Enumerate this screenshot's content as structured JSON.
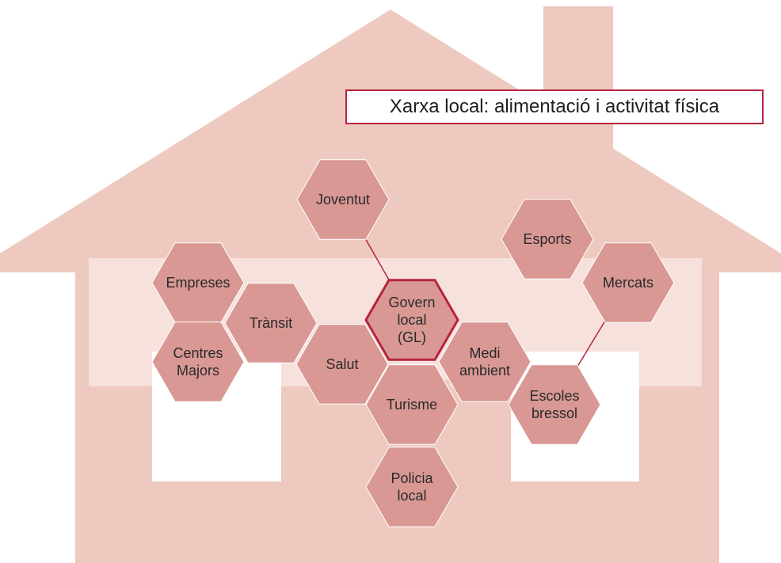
{
  "title": "Xarxa local: alimentació i activitat física",
  "colors": {
    "house": "#eec9bf",
    "band": "#f6e1dc",
    "window": "#ffffff",
    "hex_fill": "#d99894",
    "center_border": "#b5243f",
    "connector": "#b5243f"
  },
  "nodes": [
    {
      "id": "joventut",
      "lines": [
        "Joventut"
      ]
    },
    {
      "id": "esports",
      "lines": [
        "Esports"
      ]
    },
    {
      "id": "empreses",
      "lines": [
        "Empreses"
      ]
    },
    {
      "id": "mercats",
      "lines": [
        "Mercats"
      ]
    },
    {
      "id": "transit",
      "lines": [
        "Trànsit"
      ]
    },
    {
      "id": "govern-local",
      "lines": [
        "Govern",
        "local",
        "(GL)"
      ],
      "center": true
    },
    {
      "id": "salut",
      "lines": [
        "Salut"
      ]
    },
    {
      "id": "centres-majors",
      "lines": [
        "Centres",
        "Majors"
      ]
    },
    {
      "id": "medi-ambient",
      "lines": [
        "Medi",
        "ambient"
      ]
    },
    {
      "id": "turisme",
      "lines": [
        "Turisme"
      ]
    },
    {
      "id": "escoles-bressol",
      "lines": [
        "Escoles",
        "bressol"
      ]
    },
    {
      "id": "policia-local",
      "lines": [
        "Policia",
        "local"
      ]
    }
  ],
  "connections": [
    [
      "joventut",
      "govern-local"
    ],
    [
      "mercats",
      "escoles-bressol"
    ]
  ]
}
